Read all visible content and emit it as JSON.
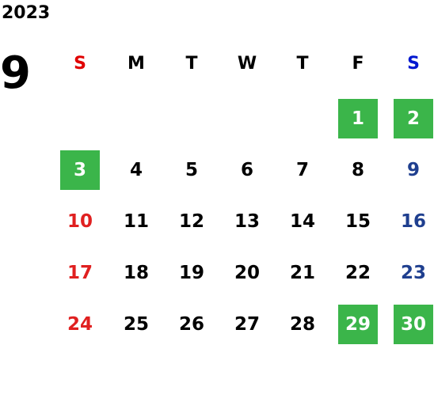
{
  "calendar": {
    "year": "2023",
    "month": "9",
    "weekdays": [
      {
        "label": "S",
        "color": "#e00000"
      },
      {
        "label": "M",
        "color": "#000000"
      },
      {
        "label": "T",
        "color": "#000000"
      },
      {
        "label": "W",
        "color": "#000000"
      },
      {
        "label": "T",
        "color": "#000000"
      },
      {
        "label": "F",
        "color": "#000000"
      },
      {
        "label": "S",
        "color": "#0018d0"
      }
    ],
    "colors": {
      "sunday": "#e02020",
      "saturday": "#1f3f8f",
      "highlight": "#3bb54a",
      "highlight_text": "#ffffff",
      "weekday": "#000000"
    },
    "weeks": [
      [
        null,
        null,
        null,
        null,
        null,
        {
          "d": "1",
          "hl": true
        },
        {
          "d": "2",
          "hl": true
        }
      ],
      [
        {
          "d": "3",
          "hl": true
        },
        {
          "d": "4"
        },
        {
          "d": "5"
        },
        {
          "d": "6"
        },
        {
          "d": "7"
        },
        {
          "d": "8"
        },
        {
          "d": "9"
        }
      ],
      [
        {
          "d": "10"
        },
        {
          "d": "11"
        },
        {
          "d": "12"
        },
        {
          "d": "13"
        },
        {
          "d": "14"
        },
        {
          "d": "15"
        },
        {
          "d": "16"
        }
      ],
      [
        {
          "d": "17"
        },
        {
          "d": "18"
        },
        {
          "d": "19"
        },
        {
          "d": "20"
        },
        {
          "d": "21"
        },
        {
          "d": "22"
        },
        {
          "d": "23"
        }
      ],
      [
        {
          "d": "24"
        },
        {
          "d": "25"
        },
        {
          "d": "26"
        },
        {
          "d": "27"
        },
        {
          "d": "28"
        },
        {
          "d": "29",
          "hl": true
        },
        {
          "d": "30",
          "hl": true
        }
      ]
    ]
  }
}
